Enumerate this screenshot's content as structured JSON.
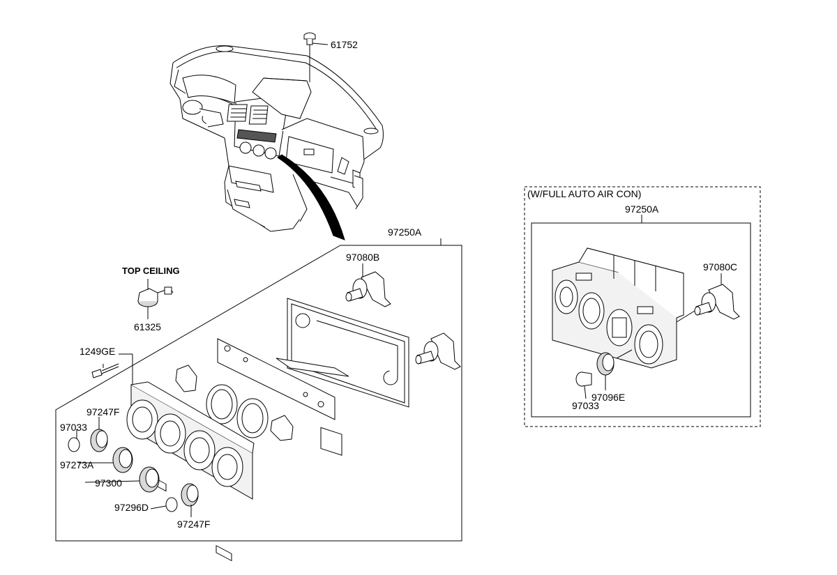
{
  "callouts": {
    "c61752": "61752",
    "c97250A_main": "97250A",
    "c97080B": "97080B",
    "top_ceiling": "TOP CEILING",
    "c61325": "61325",
    "c1249GE": "1249GE",
    "c97247F_top": "97247F",
    "c97033_main": "97033",
    "c97273A": "97273A",
    "c97300": "97300",
    "c97296D": "97296D",
    "c97247F_bottom": "97247F",
    "auto_heading": "(W/FULL AUTO AIR CON)",
    "c97250A_auto": "97250A",
    "c97080C": "97080C",
    "c97096E": "97096E",
    "c97033_auto": "97033"
  },
  "colors": {
    "line": "#000000",
    "background": "#ffffff",
    "fill_light": "#f2f2f2",
    "fill_mid": "#d9d9d9"
  }
}
